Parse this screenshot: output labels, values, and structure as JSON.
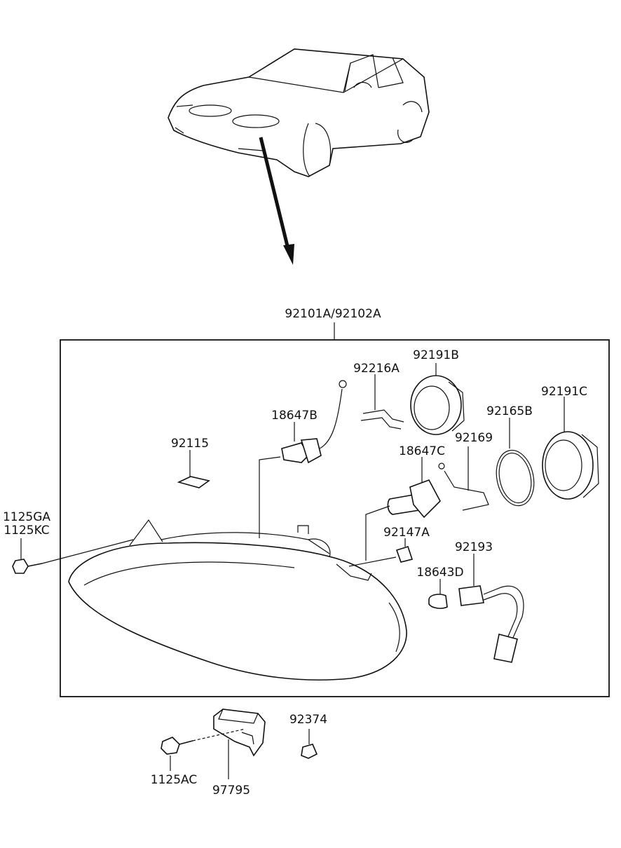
{
  "diagram": {
    "labels": {
      "assembly": "92101A/92102A",
      "p92216A": "92216A",
      "p92191B": "92191B",
      "p92191C": "92191C",
      "p92165B": "92165B",
      "p18647B": "18647B",
      "p92115": "92115",
      "p92169": "92169",
      "p18647C": "18647C",
      "p1125GA": "1125GA",
      "p1125KC": "1125KC",
      "p92147A": "92147A",
      "p92193": "92193",
      "p18643D": "18643D",
      "p92374": "92374",
      "p1125AC": "1125AC",
      "p97795": "97795"
    }
  }
}
